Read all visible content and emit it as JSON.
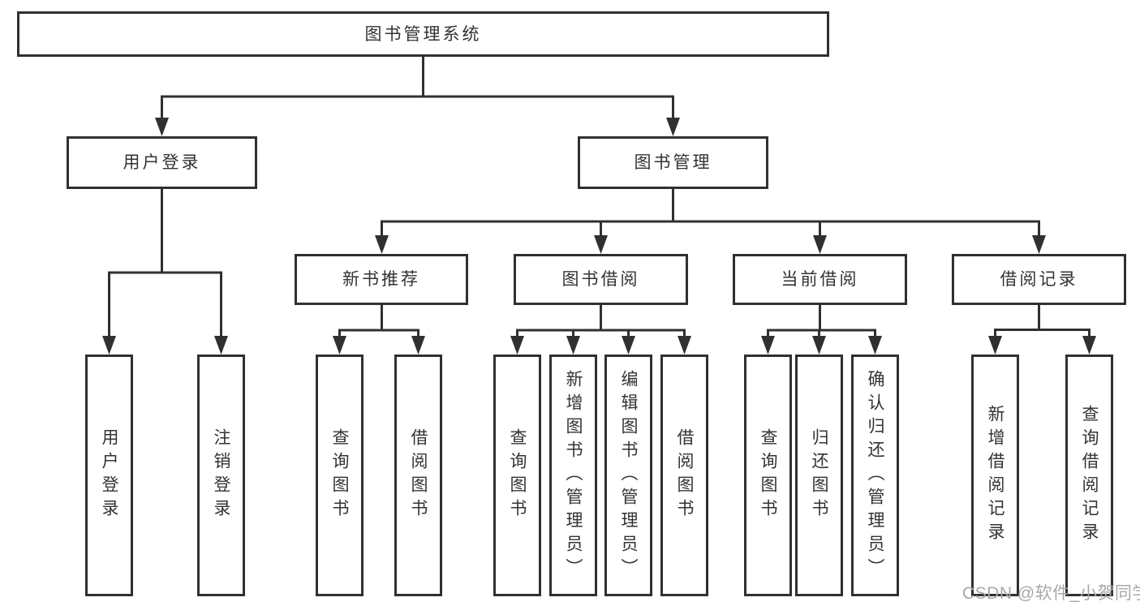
{
  "colors": {
    "line": "#303030",
    "text": "#333333",
    "background": "#ffffff",
    "watermark": "#a8a8a8"
  },
  "watermark": "CSDN @软件_小贺同学",
  "tree": {
    "root": "图书管理系统",
    "children": [
      {
        "label": "用户登录",
        "children": [
          "用户登录",
          "注销登录"
        ]
      },
      {
        "label": "图书管理",
        "children": [
          {
            "label": "新书推荐",
            "children": [
              "查询图书",
              "借阅图书"
            ]
          },
          {
            "label": "图书借阅",
            "children": [
              "查询图书",
              "新增图书（管理员）",
              "编辑图书（管理员）",
              "借阅图书"
            ]
          },
          {
            "label": "当前借阅",
            "children": [
              "查询图书",
              "归还图书",
              "确认归还（管理员）"
            ]
          },
          {
            "label": "借阅记录",
            "children": [
              "新增借阅记录",
              "查询借阅记录"
            ]
          }
        ]
      }
    ]
  }
}
